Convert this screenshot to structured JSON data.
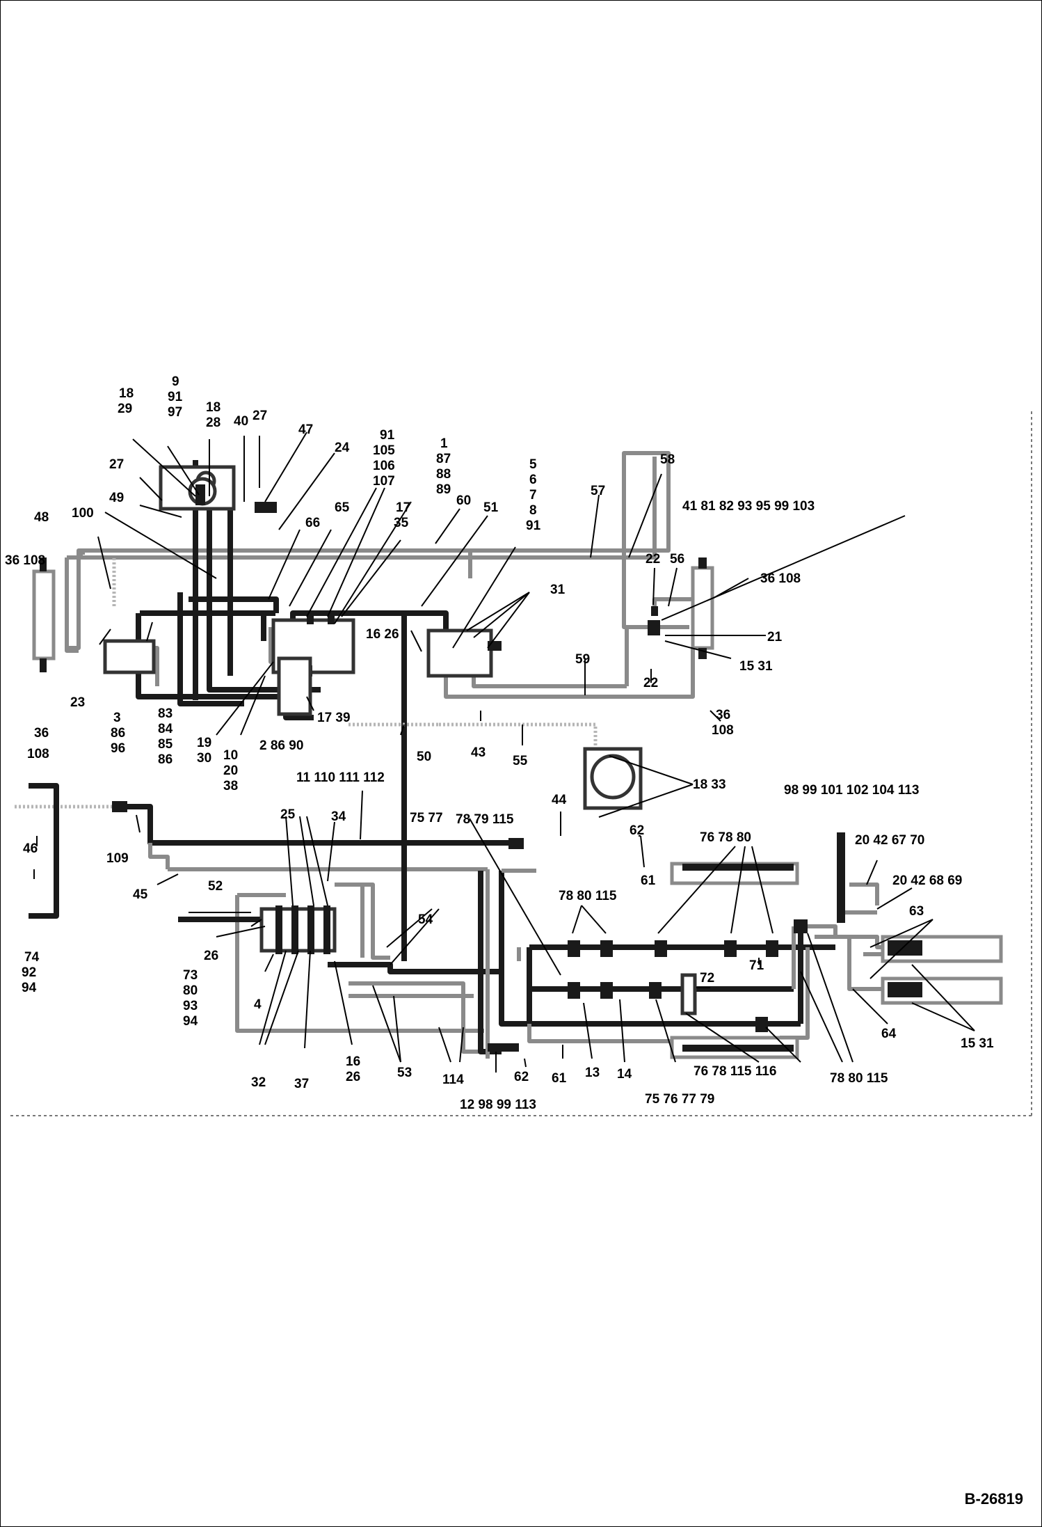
{
  "drawing_number": "B-26819",
  "callouts": [
    {
      "id": "c1",
      "lines": [
        "9",
        "91",
        "97"
      ]
    },
    {
      "id": "c2",
      "lines": [
        "18",
        "29"
      ]
    },
    {
      "id": "c3",
      "lines": [
        "18",
        "28"
      ]
    },
    {
      "id": "c4",
      "lines": [
        "40"
      ]
    },
    {
      "id": "c5",
      "lines": [
        "27"
      ]
    },
    {
      "id": "c6",
      "lines": [
        "47"
      ]
    },
    {
      "id": "c7",
      "lines": [
        "24"
      ]
    },
    {
      "id": "c8",
      "lines": [
        "27"
      ]
    },
    {
      "id": "c9",
      "lines": [
        "49"
      ]
    },
    {
      "id": "c10",
      "lines": [
        "100"
      ]
    },
    {
      "id": "c11",
      "lines": [
        "48"
      ]
    },
    {
      "id": "c12",
      "lines": [
        "36 108"
      ]
    },
    {
      "id": "c13",
      "lines": [
        "91",
        "105",
        "106",
        "107"
      ]
    },
    {
      "id": "c14",
      "lines": [
        "1",
        "87",
        "88",
        "89"
      ]
    },
    {
      "id": "c15",
      "lines": [
        "60"
      ]
    },
    {
      "id": "c16",
      "lines": [
        "51"
      ]
    },
    {
      "id": "c17",
      "lines": [
        "66"
      ]
    },
    {
      "id": "c18",
      "lines": [
        "65"
      ]
    },
    {
      "id": "c19",
      "lines": [
        "17",
        "35"
      ]
    },
    {
      "id": "c20",
      "lines": [
        "5",
        "6",
        "7",
        "8",
        "91"
      ]
    },
    {
      "id": "c21",
      "lines": [
        "57"
      ]
    },
    {
      "id": "c22",
      "lines": [
        "58"
      ]
    },
    {
      "id": "c23",
      "lines": [
        "41  81  82  93  95  99  103"
      ]
    },
    {
      "id": "c24",
      "lines": [
        "22"
      ]
    },
    {
      "id": "c25",
      "lines": [
        "56"
      ]
    },
    {
      "id": "c26",
      "lines": [
        "36 108"
      ]
    },
    {
      "id": "c27",
      "lines": [
        "21"
      ]
    },
    {
      "id": "c28",
      "lines": [
        "15 31"
      ]
    },
    {
      "id": "c29",
      "lines": [
        "31"
      ]
    },
    {
      "id": "c30",
      "lines": [
        "16 26"
      ]
    },
    {
      "id": "c31",
      "lines": [
        "59"
      ]
    },
    {
      "id": "c32",
      "lines": [
        "22"
      ]
    },
    {
      "id": "c33",
      "lines": [
        "36",
        "108"
      ]
    },
    {
      "id": "c34",
      "lines": [
        "23"
      ]
    },
    {
      "id": "c35",
      "lines": [
        "3",
        "86",
        "96"
      ]
    },
    {
      "id": "c36",
      "lines": [
        "83"
      ]
    },
    {
      "id": "c37",
      "lines": [
        "84",
        "85",
        "86"
      ]
    },
    {
      "id": "c38",
      "lines": [
        "36",
        "108"
      ]
    },
    {
      "id": "c39",
      "lines": [
        "19",
        "30"
      ]
    },
    {
      "id": "c40",
      "lines": [
        "10",
        "20",
        "38"
      ]
    },
    {
      "id": "c41",
      "lines": [
        "2 86  90"
      ]
    },
    {
      "id": "c42",
      "lines": [
        "17 39"
      ]
    },
    {
      "id": "c43",
      "lines": [
        "50"
      ]
    },
    {
      "id": "c44",
      "lines": [
        "43"
      ]
    },
    {
      "id": "c45",
      "lines": [
        "55"
      ]
    },
    {
      "id": "c46",
      "lines": [
        "18  33"
      ]
    },
    {
      "id": "c47",
      "lines": [
        "11  110  111  112"
      ]
    },
    {
      "id": "c48",
      "lines": [
        "25"
      ]
    },
    {
      "id": "c49",
      "lines": [
        "34"
      ]
    },
    {
      "id": "c50",
      "lines": [
        "75  77"
      ]
    },
    {
      "id": "c51",
      "lines": [
        "78  79  115"
      ]
    },
    {
      "id": "c52",
      "lines": [
        "44"
      ]
    },
    {
      "id": "c53",
      "lines": [
        "62"
      ]
    },
    {
      "id": "c54",
      "lines": [
        "98   99  101  102  104  113"
      ]
    },
    {
      "id": "c55",
      "lines": [
        "20  42  67  70"
      ]
    },
    {
      "id": "c56",
      "lines": [
        "20  42  68  69"
      ]
    },
    {
      "id": "c57",
      "lines": [
        "46"
      ]
    },
    {
      "id": "c58",
      "lines": [
        "109"
      ]
    },
    {
      "id": "c59",
      "lines": [
        "45"
      ]
    },
    {
      "id": "c60",
      "lines": [
        "52"
      ]
    },
    {
      "id": "c61",
      "lines": [
        "26"
      ]
    },
    {
      "id": "c62",
      "lines": [
        "54"
      ]
    },
    {
      "id": "c63",
      "lines": [
        "61"
      ]
    },
    {
      "id": "c64",
      "lines": [
        "76  78  80"
      ]
    },
    {
      "id": "c65",
      "lines": [
        "78  80  115"
      ]
    },
    {
      "id": "c66",
      "lines": [
        "63"
      ]
    },
    {
      "id": "c67",
      "lines": [
        "71"
      ]
    },
    {
      "id": "c68",
      "lines": [
        "72"
      ]
    },
    {
      "id": "c69",
      "lines": [
        "74",
        "92",
        "94"
      ]
    },
    {
      "id": "c70",
      "lines": [
        "73",
        "80",
        "93",
        "94"
      ]
    },
    {
      "id": "c71",
      "lines": [
        "4"
      ]
    },
    {
      "id": "c72",
      "lines": [
        "32"
      ]
    },
    {
      "id": "c73",
      "lines": [
        "37"
      ]
    },
    {
      "id": "c74",
      "lines": [
        "16",
        "26"
      ]
    },
    {
      "id": "c75",
      "lines": [
        "53"
      ]
    },
    {
      "id": "c76",
      "lines": [
        "114"
      ]
    },
    {
      "id": "c77",
      "lines": [
        "12  98   99   113"
      ]
    },
    {
      "id": "c78",
      "lines": [
        "62"
      ]
    },
    {
      "id": "c79",
      "lines": [
        "61"
      ]
    },
    {
      "id": "c80",
      "lines": [
        "13"
      ]
    },
    {
      "id": "c81",
      "lines": [
        "14"
      ]
    },
    {
      "id": "c82",
      "lines": [
        "75  76  77     79"
      ]
    },
    {
      "id": "c83",
      "lines": [
        "76  78 115  116"
      ]
    },
    {
      "id": "c84",
      "lines": [
        "78  80 115"
      ]
    },
    {
      "id": "c85",
      "lines": [
        "64"
      ]
    },
    {
      "id": "c86",
      "lines": [
        "15  31"
      ]
    }
  ]
}
